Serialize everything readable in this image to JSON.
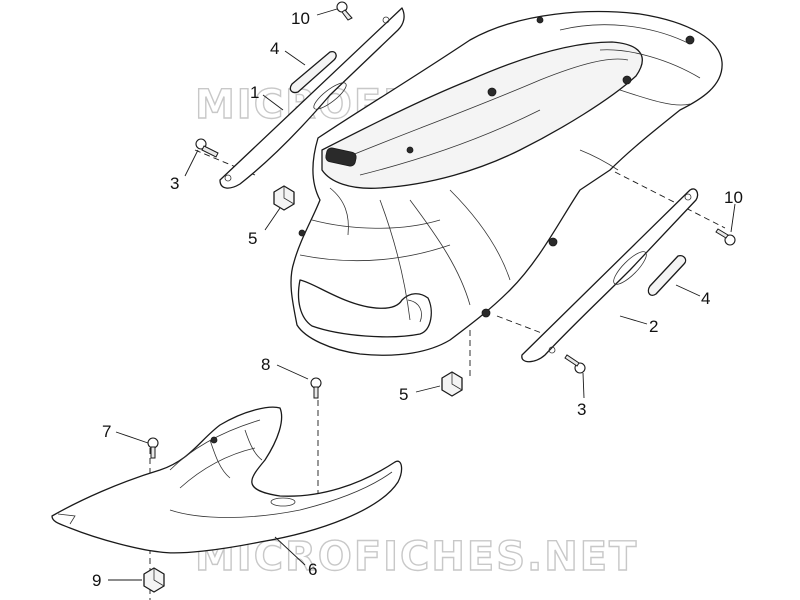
{
  "watermark": {
    "text_top": "MICROFICHES.NET",
    "text_bottom": "MICROFICHES.NET"
  },
  "callouts": [
    {
      "id": "c10a",
      "label": "10"
    },
    {
      "id": "c4a",
      "label": "4"
    },
    {
      "id": "c1",
      "label": "1"
    },
    {
      "id": "c3a",
      "label": "3"
    },
    {
      "id": "c5a",
      "label": "5"
    },
    {
      "id": "c10b",
      "label": "10"
    },
    {
      "id": "c4b",
      "label": "4"
    },
    {
      "id": "c2",
      "label": "2"
    },
    {
      "id": "c5b",
      "label": "5"
    },
    {
      "id": "c3b",
      "label": "3"
    },
    {
      "id": "c8",
      "label": "8"
    },
    {
      "id": "c7",
      "label": "7"
    },
    {
      "id": "c6",
      "label": "6"
    },
    {
      "id": "c9",
      "label": "9"
    }
  ]
}
